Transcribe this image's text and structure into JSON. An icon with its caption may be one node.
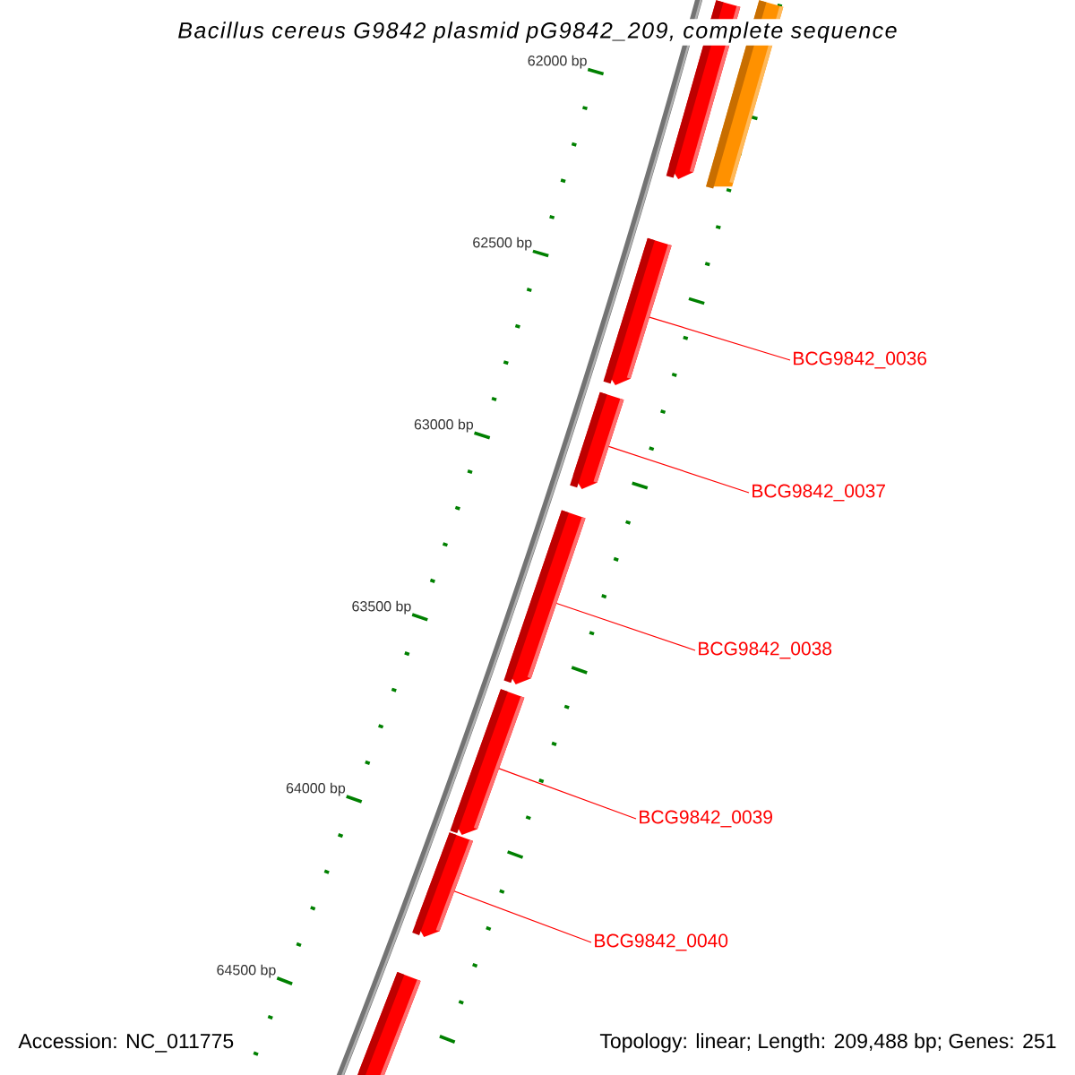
{
  "diagram": {
    "title": "Bacillus cereus G9842 plasmid pG9842_209, complete sequence",
    "nodes": [
      {
        "text": [],
        "shape": "bar"
      },
      {
        "text": [],
        "shape": "bar"
      },
      {
        "text": [],
        "shape": "bar"
      },
      {
        "text": [],
        "shape": "bar"
      },
      {
        "text": [],
        "shape": "bar"
      },
      {
        "text": [],
        "shape": "bar"
      },
      {
        "text": [],
        "shape": "bar"
      },
      {
        "text": [],
        "shape": "bar"
      },
      {
        "text": [
          "BCG9842_0036"
        ]
      },
      {
        "text": [
          "BCG9842_0037"
        ]
      },
      {
        "text": [
          "BCG9842_0038"
        ]
      },
      {
        "text": [
          "BCG9842_0039"
        ]
      },
      {
        "text": [
          "BCG9842_0040"
        ]
      }
    ],
    "edges": [
      {
        "from": 8,
        "to": 2,
        "arrow": "none"
      },
      {
        "from": 9,
        "to": 3,
        "arrow": "none"
      },
      {
        "from": 10,
        "to": 4,
        "arrow": "none"
      },
      {
        "from": 11,
        "to": 5,
        "arrow": "none"
      },
      {
        "from": 12,
        "to": 6,
        "arrow": "none"
      }
    ],
    "labels": [
      "62000 bp",
      "62500 bp",
      "63000 bp",
      "63500 bp",
      "64000 bp",
      "64500 bp",
      "Accession: NC_011775",
      "Topology: linear; Length: 209,488 bp; Genes: 251"
    ]
  }
}
